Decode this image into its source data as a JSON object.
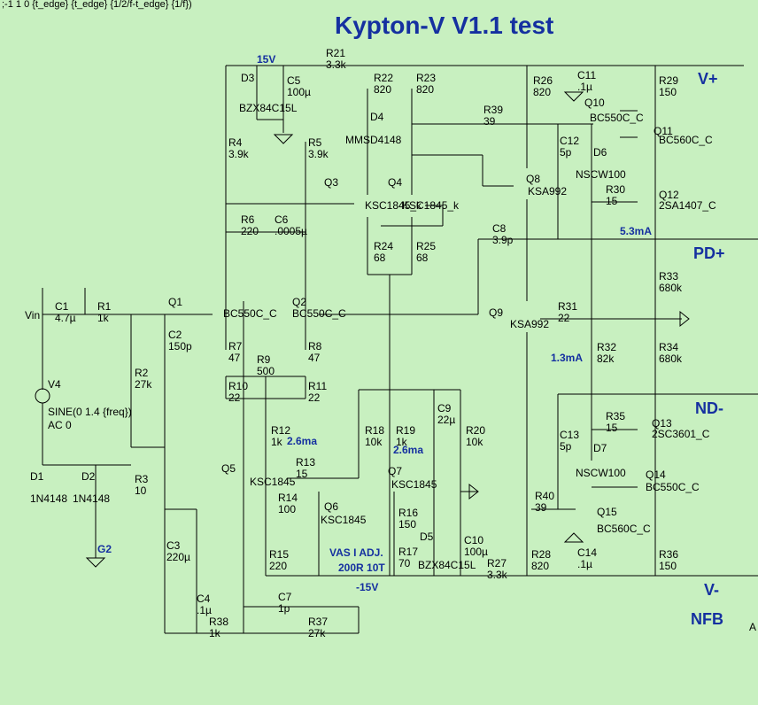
{
  "colors": {
    "background": "#c8f0c0",
    "wire": "#000000",
    "label_blue": "#1530a0"
  },
  "header_text": ";-1 1 0 {t_edge} {t_edge} {1/2/f-t_edge} {1/f})",
  "title": "Kypton-V V1.1 test",
  "rails": {
    "vplus": "V+",
    "pdplus": "PD+",
    "ndminus": "ND-",
    "vminus": "V-",
    "nfb": "NFB",
    "a": "A"
  },
  "annotations": {
    "v15": "15V",
    "vneg15": "-15V",
    "vas1": "VAS I ADJ.",
    "vas2": "200R 10T",
    "i53": "5.3mA",
    "i13": "1.3mA",
    "i26a": "2.6ma",
    "i26b": "2.6ma"
  },
  "source": {
    "vin": "Vin",
    "v4": "V4",
    "sine": "SINE(0 1.4 {freq})",
    "ac": "AC 0",
    "g2": "G2"
  },
  "components": [
    {
      "ref": "C1",
      "val": "4.7µ"
    },
    {
      "ref": "R1",
      "val": "1k"
    },
    {
      "ref": "R2",
      "val": "27k"
    },
    {
      "ref": "C2",
      "val": "150p"
    },
    {
      "ref": "R3",
      "val": "10"
    },
    {
      "ref": "D1",
      "val": "1N4148"
    },
    {
      "ref": "D2",
      "val": "1N4148"
    },
    {
      "ref": "C3",
      "val": "220µ"
    },
    {
      "ref": "C4",
      "val": ".1µ"
    },
    {
      "ref": "R38",
      "val": "1k"
    },
    {
      "ref": "C7",
      "val": "1p"
    },
    {
      "ref": "R37",
      "val": "27k"
    },
    {
      "ref": "Q1",
      "val": "BC550C_C"
    },
    {
      "ref": "Q2",
      "val": "BC550C_C"
    },
    {
      "ref": "R4",
      "val": "3.9k"
    },
    {
      "ref": "R5",
      "val": "3.9k"
    },
    {
      "ref": "R6",
      "val": "220"
    },
    {
      "ref": "C6",
      "val": ".0005µ"
    },
    {
      "ref": "R7",
      "val": "47"
    },
    {
      "ref": "R8",
      "val": "47"
    },
    {
      "ref": "R9",
      "val": "500"
    },
    {
      "ref": "R10",
      "val": "22"
    },
    {
      "ref": "R11",
      "val": "22"
    },
    {
      "ref": "R12",
      "val": "1k"
    },
    {
      "ref": "Q5",
      "val": "KSC1845"
    },
    {
      "ref": "R13",
      "val": "15"
    },
    {
      "ref": "Q6",
      "val": "KSC1845"
    },
    {
      "ref": "R14",
      "val": "100"
    },
    {
      "ref": "R15",
      "val": "220"
    },
    {
      "ref": "D3",
      "val": "BZX84C15L"
    },
    {
      "ref": "C5",
      "val": "100µ"
    },
    {
      "ref": "R21",
      "val": "3.3k"
    },
    {
      "ref": "R22",
      "val": "820"
    },
    {
      "ref": "R23",
      "val": "820"
    },
    {
      "ref": "D4",
      "val": "MMSD4148"
    },
    {
      "ref": "Q3",
      "val": "KSC1845_k"
    },
    {
      "ref": "Q4",
      "val": "KSC1845_k"
    },
    {
      "ref": "R24",
      "val": "68"
    },
    {
      "ref": "R25",
      "val": "68"
    },
    {
      "ref": "R18",
      "val": "10k"
    },
    {
      "ref": "R19",
      "val": "1k"
    },
    {
      "ref": "Q7",
      "val": "KSC1845"
    },
    {
      "ref": "R16",
      "val": "150"
    },
    {
      "ref": "R17",
      "val": "70"
    },
    {
      "ref": "C9",
      "val": "22µ"
    },
    {
      "ref": "R20",
      "val": "10k"
    },
    {
      "ref": "D5",
      "val": "BZX84C15L"
    },
    {
      "ref": "C10",
      "val": "100µ"
    },
    {
      "ref": "R27",
      "val": "3.3k"
    },
    {
      "ref": "C8",
      "val": "3.9p"
    },
    {
      "ref": "R39",
      "val": "39"
    },
    {
      "ref": "Q8",
      "val": "KSA992"
    },
    {
      "ref": "R26",
      "val": "820"
    },
    {
      "ref": "C11",
      "val": ".1µ"
    },
    {
      "ref": "C12",
      "val": "5p"
    },
    {
      "ref": "Q10",
      "val": "BC550C_C"
    },
    {
      "ref": "D6",
      "val": "NSCW100"
    },
    {
      "ref": "R30",
      "val": "15"
    },
    {
      "ref": "R29",
      "val": "150"
    },
    {
      "ref": "Q11",
      "val": "BC560C_C"
    },
    {
      "ref": "Q12",
      "val": "2SA1407_C"
    },
    {
      "ref": "R33",
      "val": "680k"
    },
    {
      "ref": "Q9",
      "val": "KSA992"
    },
    {
      "ref": "R31",
      "val": "22"
    },
    {
      "ref": "R32",
      "val": "82k"
    },
    {
      "ref": "R34",
      "val": "680k"
    },
    {
      "ref": "C13",
      "val": "5p"
    },
    {
      "ref": "R35",
      "val": "15"
    },
    {
      "ref": "Q13",
      "val": "2SC3601_C"
    },
    {
      "ref": "D7",
      "val": "NSCW100"
    },
    {
      "ref": "Q14",
      "val": "BC550C_C"
    },
    {
      "ref": "R40",
      "val": "39"
    },
    {
      "ref": "Q15",
      "val": "BC560C_C"
    },
    {
      "ref": "R28",
      "val": "820"
    },
    {
      "ref": "C14",
      "val": ".1µ"
    },
    {
      "ref": "R36",
      "val": "150"
    }
  ]
}
